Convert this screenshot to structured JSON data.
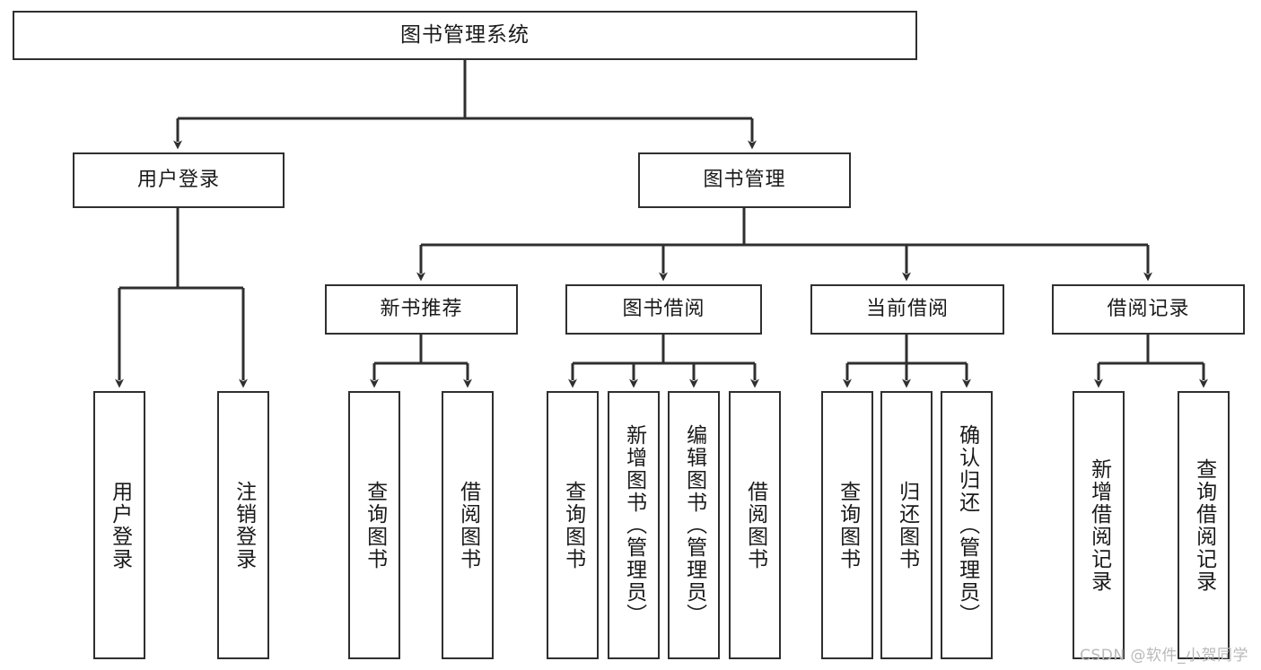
{
  "diagram": {
    "title": "图书管理系统",
    "type": "tree-hierarchy-chart",
    "root": {
      "label": "图书管理系统"
    },
    "level1": [
      {
        "key": "user-login",
        "label": "用户登录"
      },
      {
        "key": "book-manage",
        "label": "图书管理"
      }
    ],
    "level2": [
      {
        "key": "new-book-recommend",
        "label": "新书推荐"
      },
      {
        "key": "book-borrow",
        "label": "图书借阅"
      },
      {
        "key": "current-borrow",
        "label": "当前借阅"
      },
      {
        "key": "borrow-record",
        "label": "借阅记录"
      }
    ],
    "leaves": {
      "user_login": [
        {
          "key": "login",
          "label": "用户登录"
        },
        {
          "key": "logout",
          "label": "注销登录"
        }
      ],
      "new_book_recommend": [
        {
          "key": "query-book",
          "label": "查询图书"
        },
        {
          "key": "borrow-book",
          "label": "借阅图书"
        }
      ],
      "book_borrow": [
        {
          "key": "query-book",
          "label": "查询图书"
        },
        {
          "key": "add-book-admin",
          "label": "新增图书（管理员）"
        },
        {
          "key": "edit-book-admin",
          "label": "编辑图书（管理员）"
        },
        {
          "key": "borrow-book",
          "label": "借阅图书"
        }
      ],
      "current_borrow": [
        {
          "key": "query-book",
          "label": "查询图书"
        },
        {
          "key": "return-book",
          "label": "归还图书"
        },
        {
          "key": "confirm-return-admin",
          "label": "确认归还（管理员）"
        }
      ],
      "borrow_record": [
        {
          "key": "add-borrow-record",
          "label": "新增借阅记录"
        },
        {
          "key": "query-borrow-record",
          "label": "查询借阅记录"
        }
      ]
    }
  },
  "watermark": {
    "text": "CSDN @软件_小贺同学"
  },
  "colors": {
    "border": "#2f2f2f",
    "background": "#ffffff",
    "text": "#1a1a1a",
    "watermark": "#b9b9b9"
  }
}
